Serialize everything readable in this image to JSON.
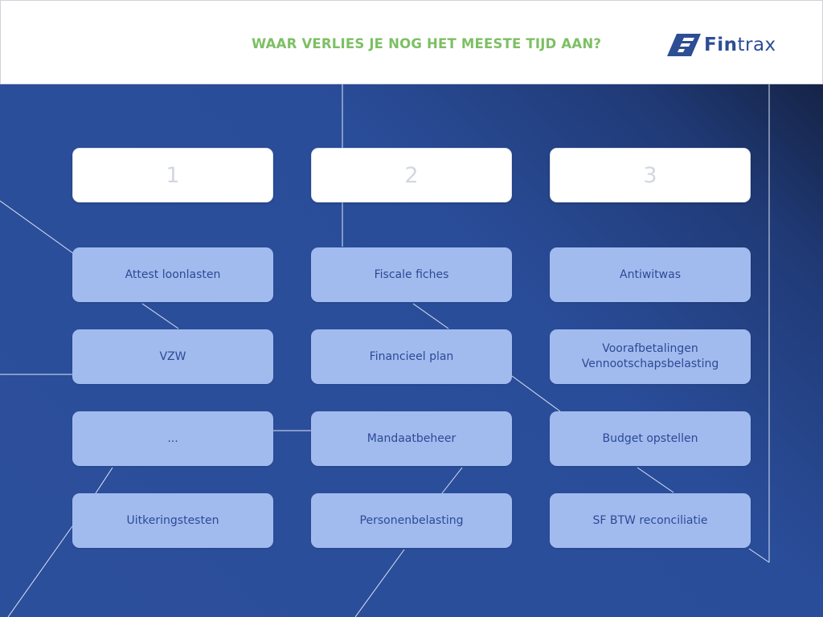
{
  "header": {
    "title": "WAAR VERLIES JE NOG HET MEESTE TIJD AAN?",
    "logo": {
      "prefix": "Fin",
      "suffix": "trax",
      "icon": "fintrax-logo-icon"
    }
  },
  "columns": [
    {
      "number": "1",
      "items": [
        "Attest loonlasten",
        "VZW",
        "...",
        "Uitkeringstesten"
      ]
    },
    {
      "number": "2",
      "items": [
        "Fiscale fiches",
        "Financieel plan",
        "Mandaatbeheer",
        "Personenbelasting"
      ]
    },
    {
      "number": "3",
      "items": [
        "Antiwitwas",
        "Voorafbetalingen\nVennootschapsbelasting",
        "Budget opstellen",
        "SF BTW reconciliatie"
      ]
    }
  ],
  "colors": {
    "title": "#7dbf64",
    "logo": "#2d4e95",
    "number_text": "#d3d7de",
    "card_fill": "#a2bbef",
    "card_text": "#2c4a94",
    "connector": "#dbe4f7"
  }
}
